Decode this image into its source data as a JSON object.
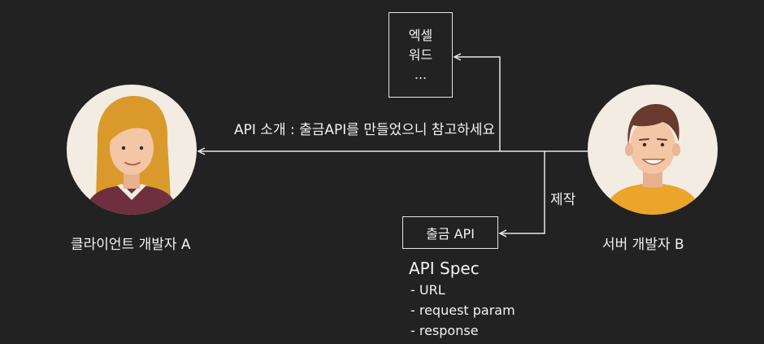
{
  "document_box": {
    "lines": [
      "엑셀",
      "워드",
      "..."
    ]
  },
  "arrow_label": "API 소개 : 출금API를 만들었으니 참고하세요",
  "make_label": "제작",
  "api_box_label": "출금 API",
  "client": {
    "label": "클라이언트 개발자 A"
  },
  "server": {
    "label": "서버 개발자 B"
  },
  "spec": {
    "title": "API Spec",
    "items": [
      "- URL",
      "- request param",
      "- response"
    ]
  },
  "colors": {
    "background": "#222222",
    "line": "#e6e6e6",
    "text": "#f2f2f2",
    "avatar_bg": "#f3ece3",
    "client_hair": "#d99a2b",
    "client_shirt": "#6e2f3e",
    "server_hair": "#6b3a2e",
    "server_shirt": "#eaa52a",
    "skin": "#f3c6a5"
  }
}
